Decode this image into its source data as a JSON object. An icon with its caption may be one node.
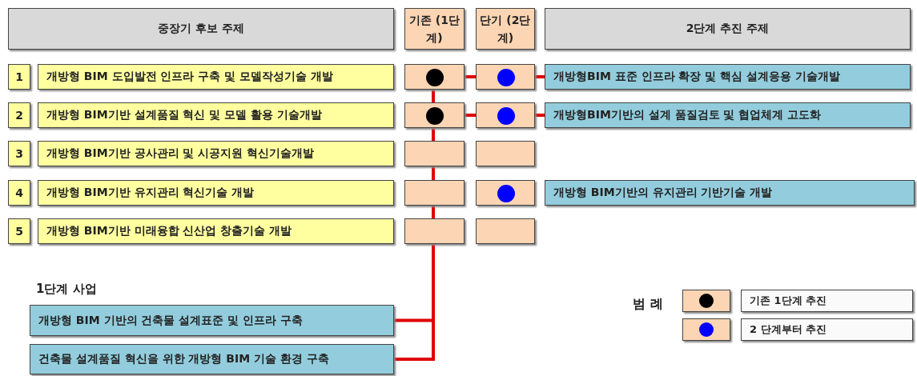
{
  "diagram": {
    "nodes": [
      {
        "text": [
          "중장기 후보 주제"
        ]
      },
      {
        "text": [
          "기존 (1단계)"
        ]
      },
      {
        "text": [
          "단기 (2단계)"
        ]
      },
      {
        "text": [
          "2단계 추진 주제"
        ]
      },
      {
        "text": [
          "1"
        ]
      },
      {
        "text": [
          "개방형 BIM 도입발전 인프라 구축 및 모델작성기술 개발"
        ]
      },
      {
        "text": [],
        "shape": "box"
      },
      {
        "text": [],
        "shape": "circle",
        "in": 6
      },
      {
        "text": [],
        "shape": "box"
      },
      {
        "text": [],
        "shape": "circle",
        "in": 8
      },
      {
        "text": [
          "개방형BIM 표준 인프라 확장 및 핵심 설계응용 기술개발"
        ]
      },
      {
        "text": [
          "2"
        ]
      },
      {
        "text": [
          "개방형 BIM기반 설계품질 혁신 및 모델 활용 기술개발"
        ]
      },
      {
        "text": [],
        "shape": "box"
      },
      {
        "text": [],
        "shape": "circle",
        "in": 13
      },
      {
        "text": [],
        "shape": "box"
      },
      {
        "text": [],
        "shape": "circle",
        "in": 15
      },
      {
        "text": [
          "개방형BIM기반의 설계 품질검토 및 협업체계 고도화"
        ]
      },
      {
        "text": [
          "3"
        ]
      },
      {
        "text": [
          "개방형 BIM기반 공사관리 및 시공지원 혁신기술개발"
        ]
      },
      {
        "text": [],
        "shape": "box"
      },
      {
        "text": [],
        "shape": "box"
      },
      {
        "text": [
          "4"
        ]
      },
      {
        "text": [
          "개방형 BIM기반 유지관리 혁신기술 개발"
        ]
      },
      {
        "text": [],
        "shape": "box"
      },
      {
        "text": [],
        "shape": "box"
      },
      {
        "text": [],
        "shape": "circle",
        "in": 25
      },
      {
        "text": [
          "개방형 BIM기반의 유지관리 기반기술 개발"
        ]
      },
      {
        "text": [
          "5"
        ]
      },
      {
        "text": [
          "개방형 BIM기반 미래융합 신산업 창출기술 개발"
        ]
      },
      {
        "text": [],
        "shape": "box"
      },
      {
        "text": [],
        "shape": "box"
      },
      {
        "text": [
          "개방형 BIM 기반의 건축물 설계표준 및 인프라 구축"
        ]
      },
      {
        "text": [
          "건축물 설계품질 혁신을 위한 개방형 BIM 기술 환경 구축"
        ]
      }
    ],
    "edges": [
      {
        "from": 6,
        "to": 8,
        "arrow": "none"
      },
      {
        "from": 8,
        "to": 10,
        "arrow": "none"
      },
      {
        "from": 13,
        "to": 15,
        "arrow": "none"
      },
      {
        "from": 15,
        "to": 17,
        "arrow": "none"
      },
      {
        "from": 6,
        "to": 13,
        "arrow": "none"
      },
      {
        "from": 13,
        "to": 20,
        "arrow": "none"
      },
      {
        "from": 20,
        "to": 24,
        "arrow": "none"
      },
      {
        "from": 24,
        "to": 30,
        "arrow": "none"
      },
      {
        "from": 30,
        "to": 32,
        "arrow": "none"
      },
      {
        "from": 30,
        "to": 33,
        "arrow": "none"
      }
    ],
    "labels": [
      "1단계 사업",
      "범 례"
    ],
    "legend": [
      {
        "text": "기존 1단계 추진"
      },
      {
        "text": "2 단계부터 추진"
      }
    ]
  }
}
